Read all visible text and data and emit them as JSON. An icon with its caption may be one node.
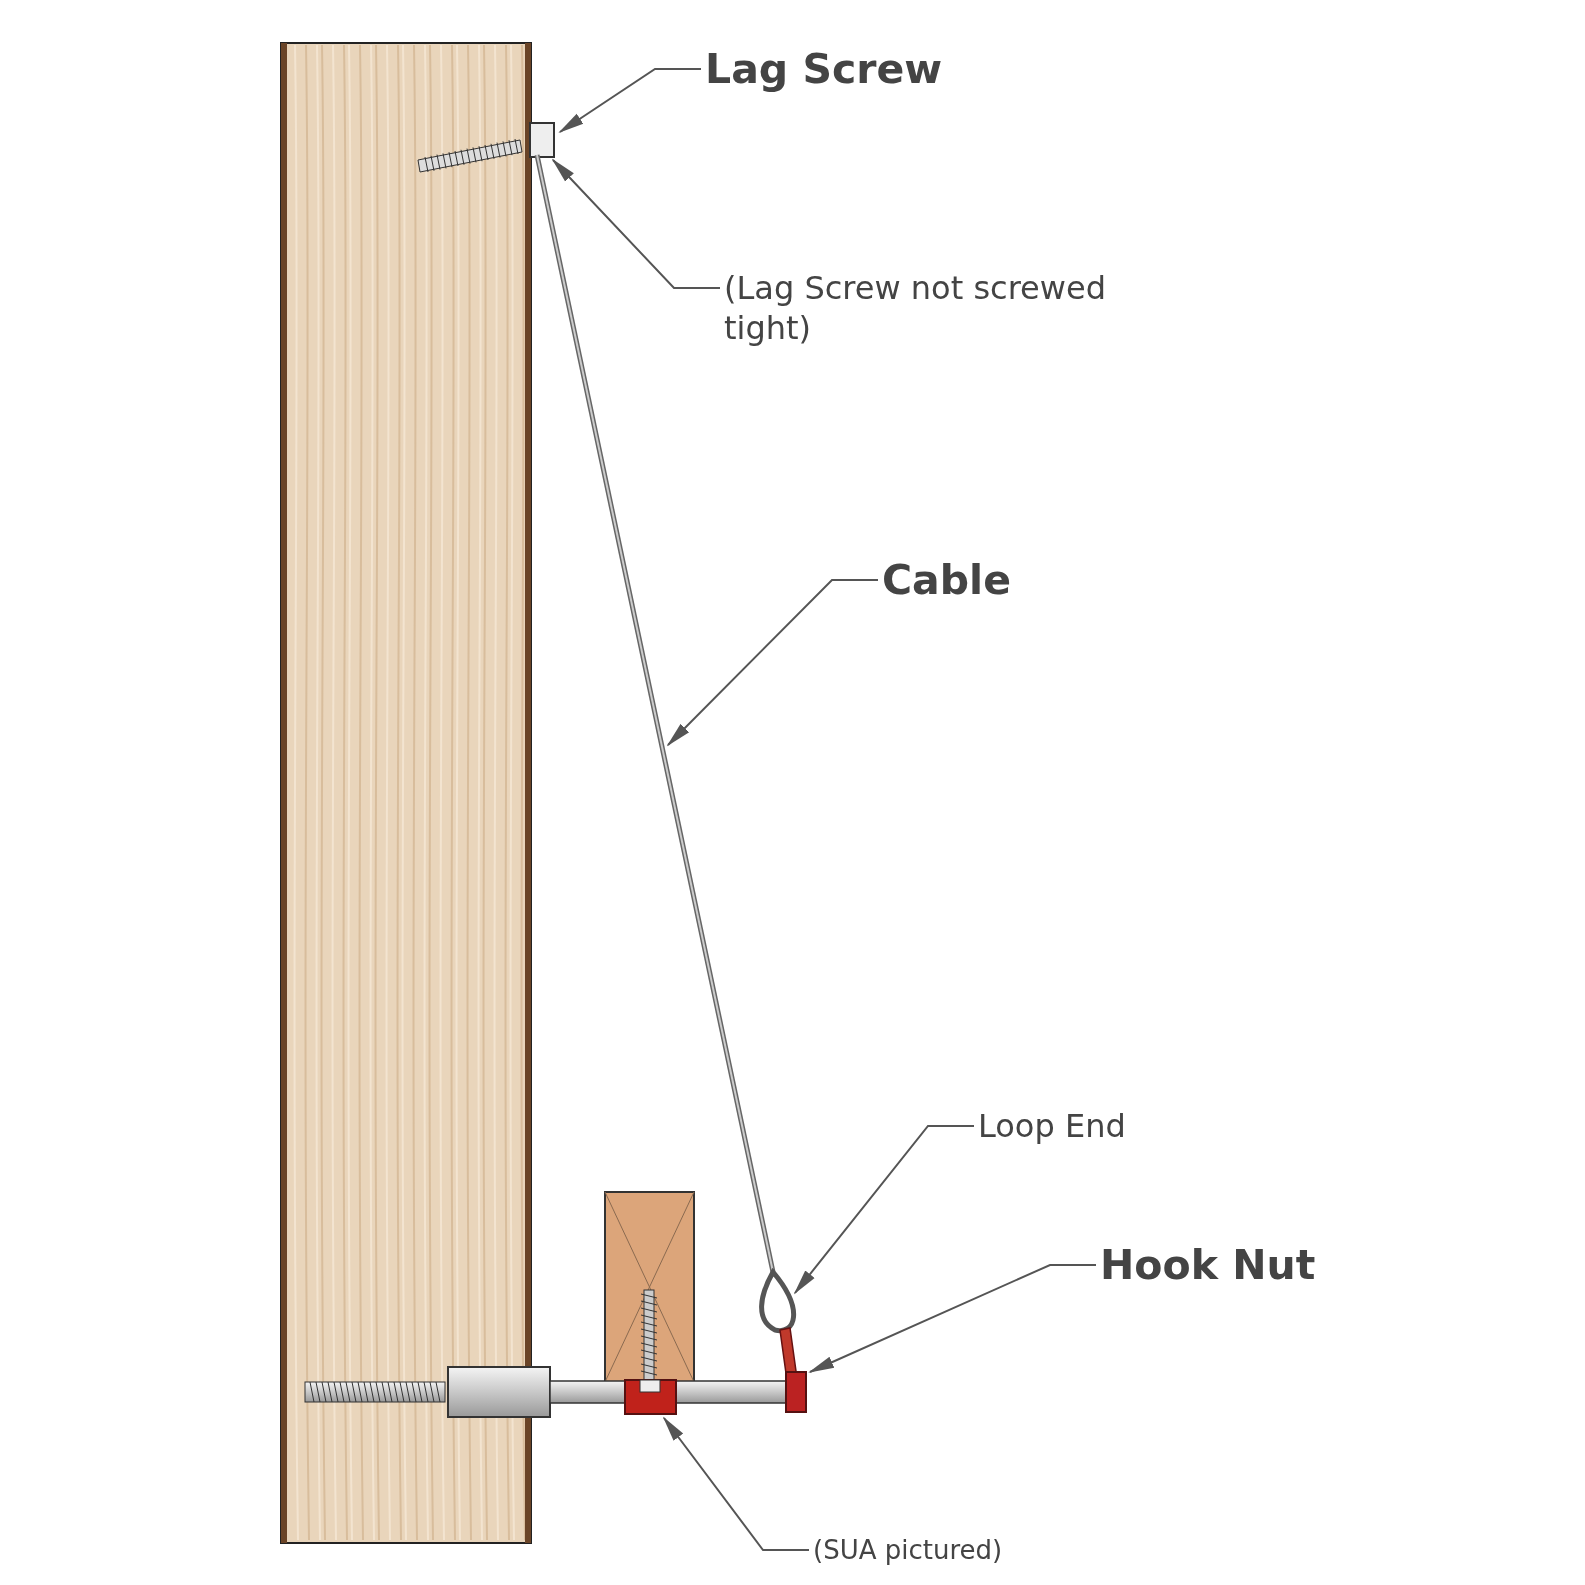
{
  "diagram": {
    "nodes": [
      {
        "text": [
          "Lag Screw"
        ]
      },
      {
        "text": [
          "(Lag Screw not screwed tight)"
        ]
      },
      {
        "text": [
          "Cable"
        ]
      },
      {
        "text": [
          "Loop End"
        ]
      },
      {
        "text": [
          "Hook Nut"
        ]
      },
      {
        "text": [
          "(SUA pictured)"
        ]
      },
      {
        "text": [],
        "shape": "picture"
      },
      {
        "text": [],
        "shape": "picture"
      },
      {
        "text": [],
        "shape": "picture"
      },
      {
        "text": [],
        "shape": "picture"
      },
      {
        "text": [],
        "shape": "picture"
      }
    ],
    "edges": [
      {
        "from": 0,
        "to": 6,
        "arrow": "to"
      },
      {
        "from": 1,
        "to": 6,
        "arrow": "to"
      },
      {
        "from": 2,
        "to": 7,
        "arrow": "to"
      },
      {
        "from": 3,
        "to": 8,
        "arrow": "to"
      },
      {
        "from": 4,
        "to": 9,
        "arrow": "to"
      },
      {
        "from": 5,
        "to": 10,
        "arrow": "to"
      }
    ]
  }
}
